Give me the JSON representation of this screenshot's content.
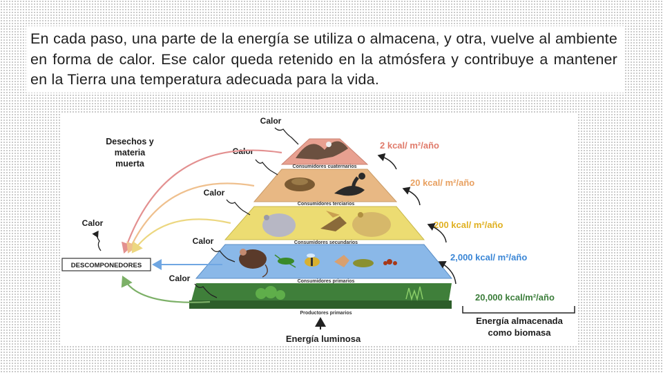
{
  "paragraph": "En cada paso, una parte de la energía se utiliza o almacena, y otra, vuelve al ambiente en forma de calor. Ese calor queda retenido en la atmósfera y contribuye a mantener en la Tierra una temperatura adecuada para la vida.",
  "diagram": {
    "levels": [
      {
        "name": "Consumidores cuaternarios",
        "energy": "2 kcal/ m²/año",
        "color": "#e8a090"
      },
      {
        "name": "Consumidores terciarios",
        "energy": "20 kcal/ m²/año",
        "color": "#e8b884"
      },
      {
        "name": "Consumidores secundarios",
        "energy": "200 kcal/ m²/año",
        "color": "#ecdc72"
      },
      {
        "name": "Consumidores primarios",
        "energy": "2,000 kcal/ m²/año",
        "color": "#8ab8e8"
      },
      {
        "name": "Productores primarios",
        "energy": "20,000 kcal/m²/año",
        "color": "#3f7f3a"
      }
    ],
    "heat_label": "Calor",
    "desechos_label": [
      "Desechos y",
      "materia",
      "muerta"
    ],
    "descomponedores_label": "DESCOMPONEDORES",
    "energia_luminosa_label": "Energía luminosa",
    "biomasa_label": [
      "Energía almacenada",
      "como biomasa"
    ],
    "colors": {
      "energy_text_top": "#e07a6a",
      "energy_text_tertiary": "#e8a060",
      "energy_text_secondary": "#e0b020",
      "energy_text_primary": "#3a86d6",
      "energy_text_producers": "#3b7d3a",
      "arrow_red": "#e39090",
      "arrow_orange": "#efc08e",
      "arrow_yellow": "#ecd780",
      "arrow_blue": "#6fa6e2",
      "arrow_green": "#7cb067"
    },
    "icons": [
      "eagle-icon",
      "snake-icon",
      "snake-icon",
      "rodent-icon",
      "bird-icon",
      "frog-icon",
      "mouse-icon",
      "grasshopper-icon",
      "bee-icon",
      "moth-icon",
      "caterpillar-icon",
      "ant-icon",
      "bush-icon",
      "grass-icon"
    ]
  }
}
